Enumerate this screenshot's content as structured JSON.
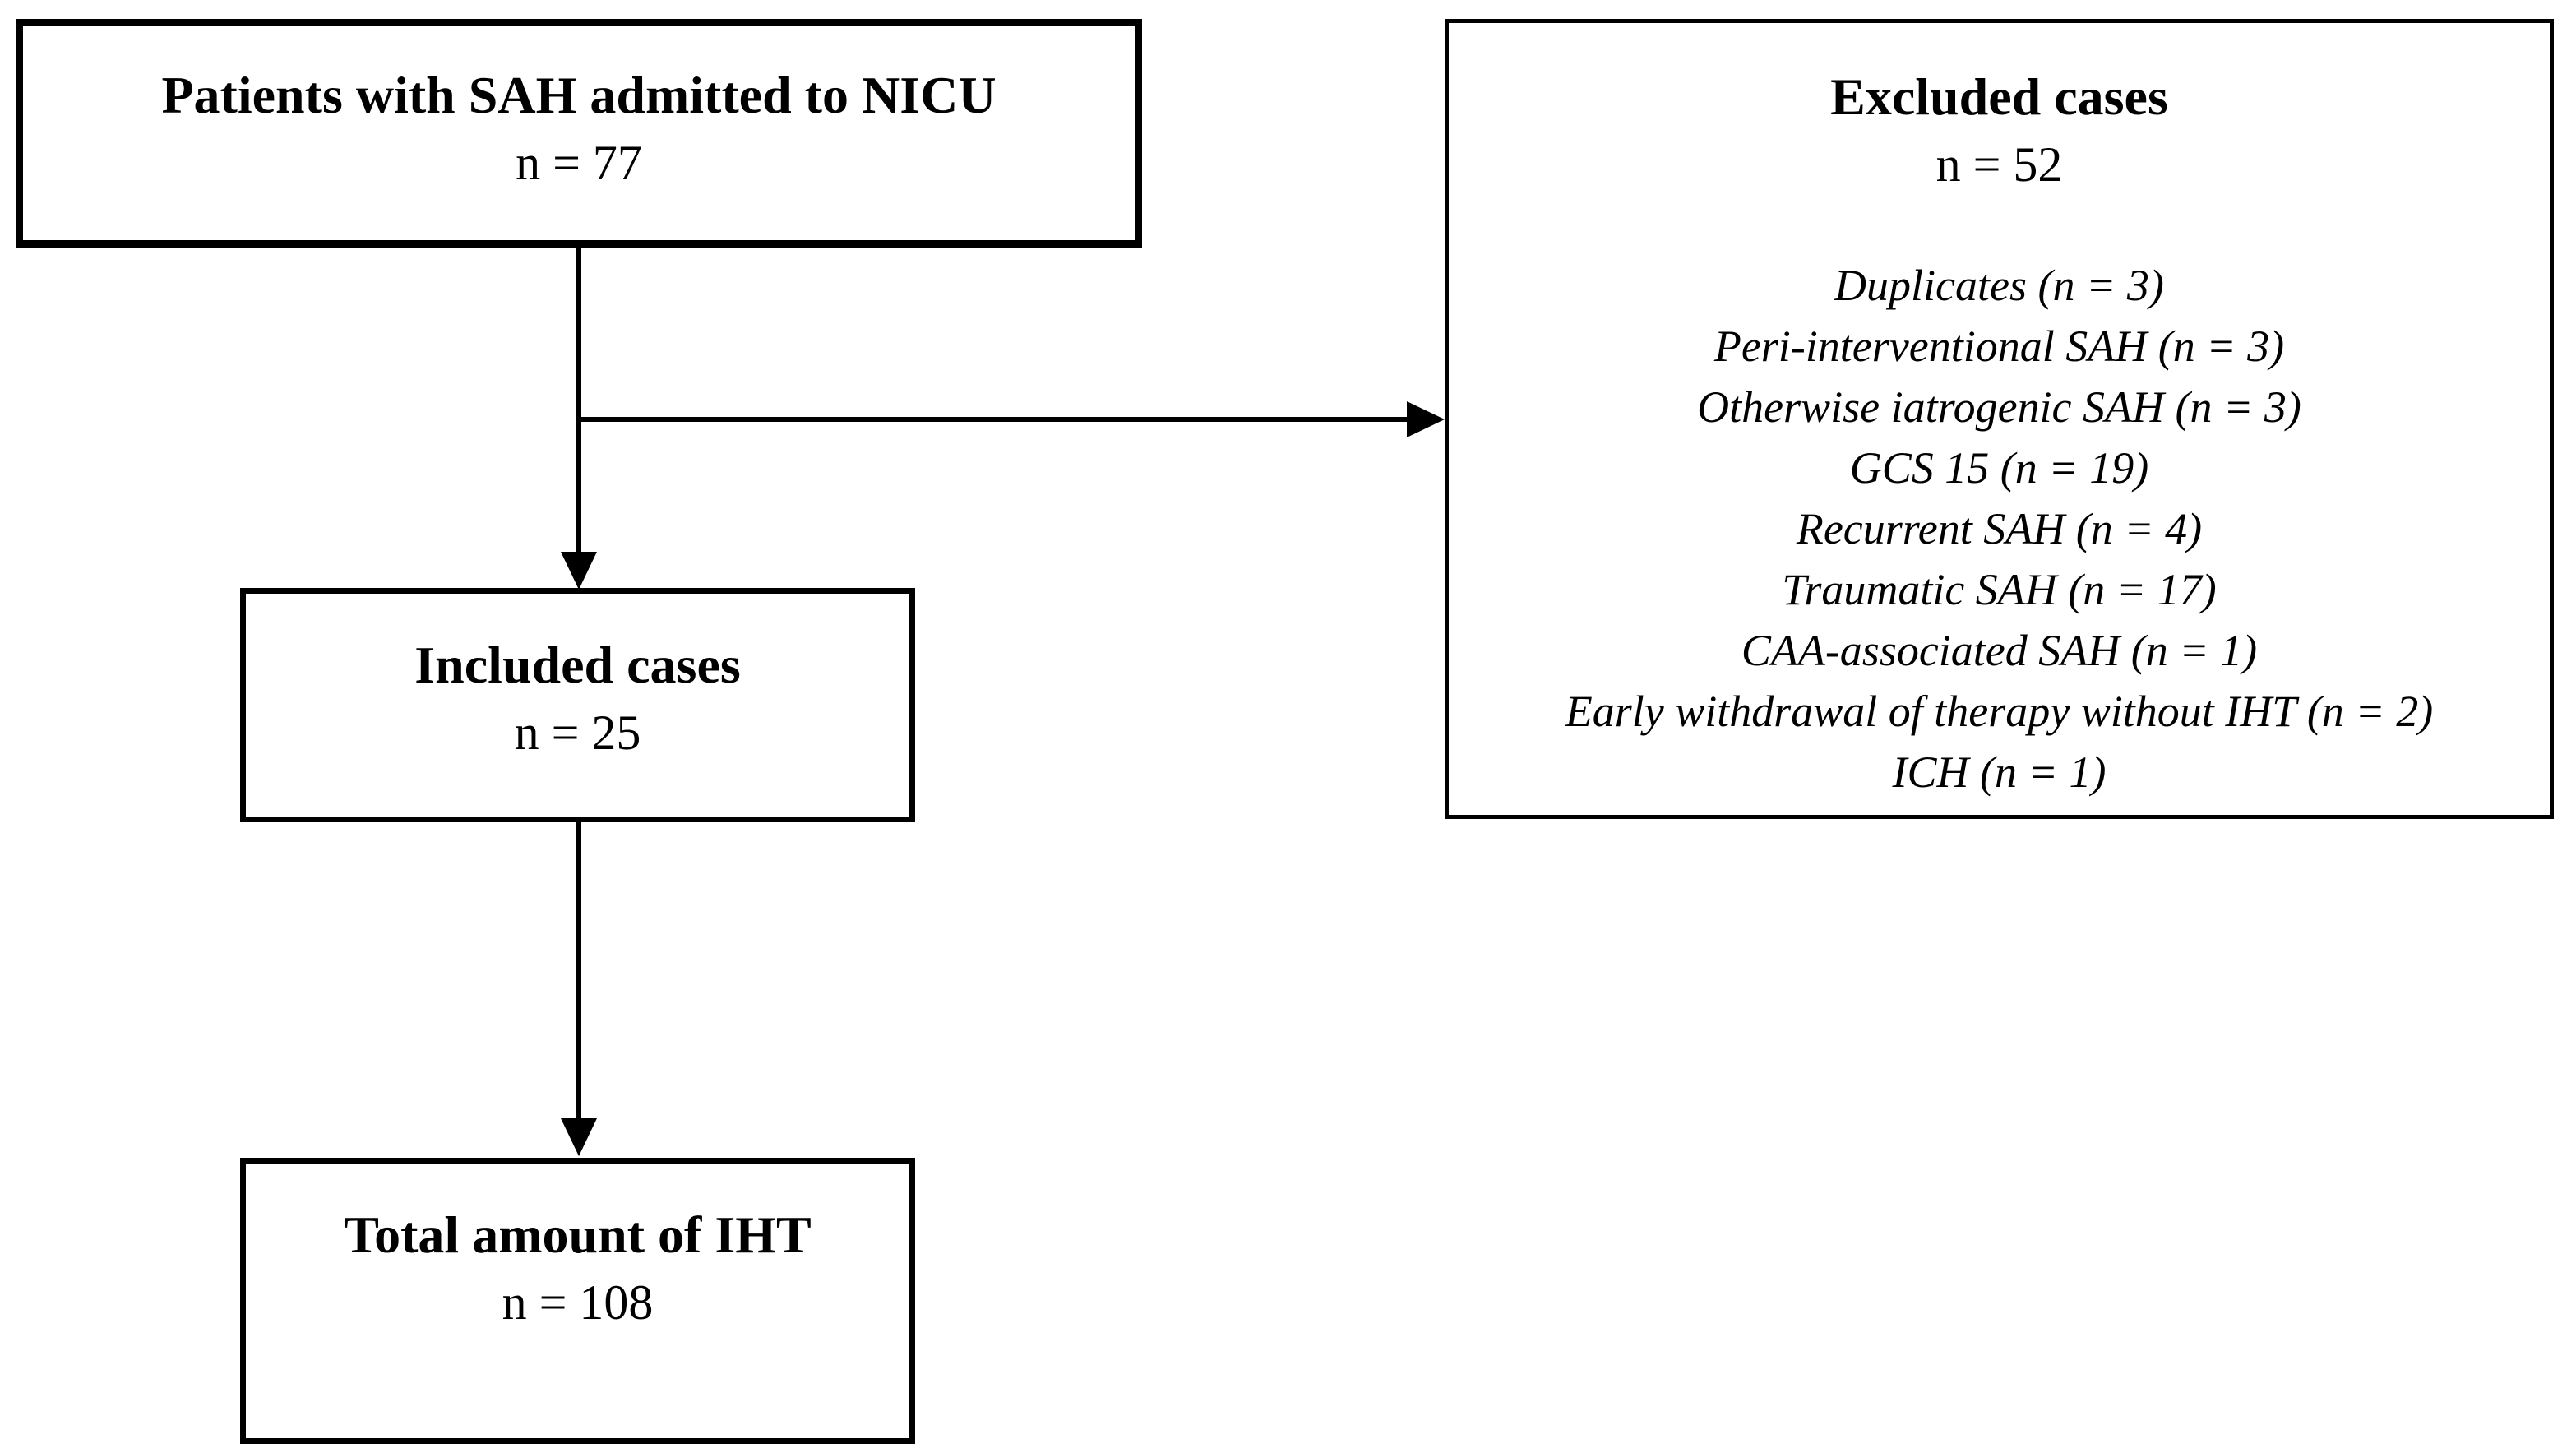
{
  "flowchart": {
    "patients": {
      "title": "Patients with SAH admitted to NICU",
      "count": "n = 77"
    },
    "included": {
      "title": "Included cases",
      "count": "n = 25"
    },
    "total": {
      "title": "Total amount of IHT",
      "count": "n = 108"
    },
    "excluded": {
      "title": "Excluded cases",
      "count": "n = 52",
      "items": [
        "Duplicates (n = 3)",
        "Peri-interventional SAH (n = 3)",
        "Otherwise iatrogenic SAH (n = 3)",
        "GCS 15 (n = 19)",
        "Recurrent SAH (n = 4)",
        "Traumatic SAH (n = 17)",
        "CAA-associated SAH (n = 1)",
        "Early withdrawal of therapy without IHT (n = 2)",
        "ICH (n = 1)"
      ]
    },
    "colors": {
      "background": "#ffffff",
      "line": "#000000",
      "text": "#000000"
    }
  }
}
